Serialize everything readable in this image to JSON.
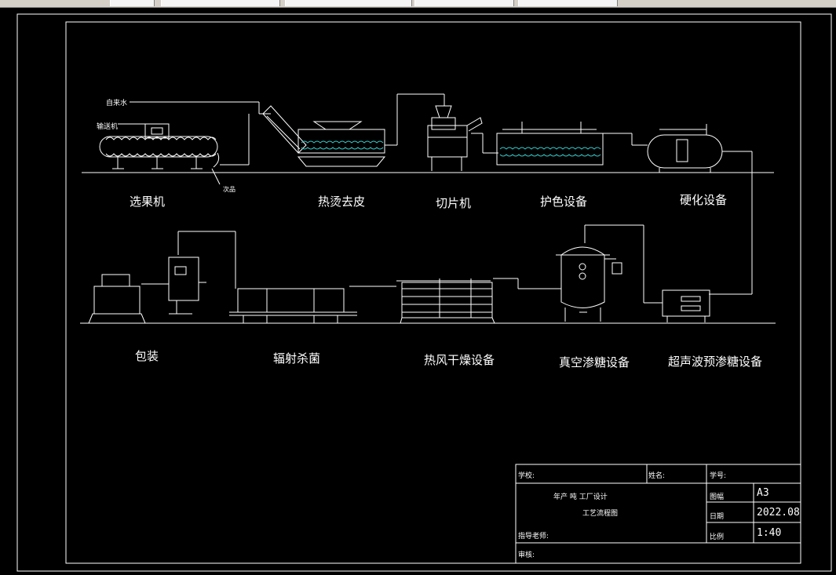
{
  "topbar": {
    "tabs": [
      "",
      "",
      "",
      "",
      ""
    ]
  },
  "labels": {
    "water_in": "自来水",
    "sorter_sub": "输送机",
    "defect": "次品"
  },
  "captions": {
    "c1": "选果机",
    "c2": "热烫去皮",
    "c3": "切片机",
    "c4": "护色设备",
    "c5": "硬化设备",
    "c6": "包装",
    "c7": "辐射杀菌",
    "c8": "热风干燥设备",
    "c9": "真空渗糖设备",
    "c10": "超声波预渗糖设备"
  },
  "title_block": {
    "school": "学校:",
    "name": "姓名:",
    "student_no": "学号:",
    "design_title": "年产    吨    工厂设计",
    "drawing_name": "工艺流程图",
    "size_label": "图幅",
    "size_value": "A3",
    "date_label": "日期",
    "date_value": "2022.08",
    "scale_label": "比例",
    "scale_value": "1:40",
    "advisor": "指导老师:",
    "reviewer": "审核:"
  },
  "colors": {
    "background": "#000000",
    "lines": "#ffffff",
    "water": "#30c0c0"
  }
}
